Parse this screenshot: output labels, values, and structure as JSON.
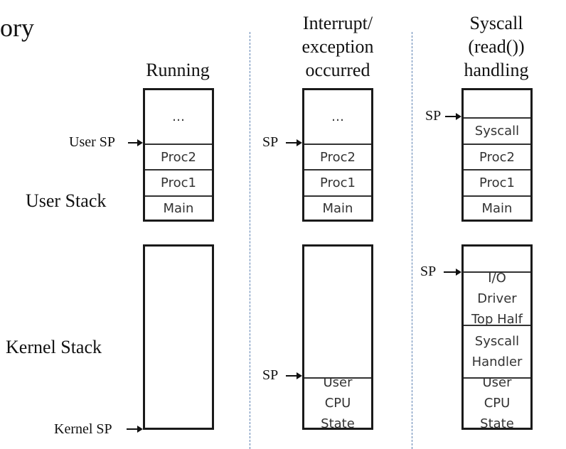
{
  "title_fragment": "ory",
  "columns": {
    "running": {
      "header": "Running"
    },
    "interrupt": {
      "header": "Interrupt/ exception occurred"
    },
    "syscall": {
      "header": "Syscall (read()) handling"
    }
  },
  "side_labels": {
    "user_stack": "User Stack",
    "kernel_stack": "Kernel Stack"
  },
  "pointers": {
    "running_user": "User SP",
    "running_kernel": "Kernel SP",
    "interrupt_user": "SP",
    "interrupt_kernel": "SP",
    "syscall_user": "SP",
    "syscall_kernel": "SP"
  },
  "stacks": {
    "running_user": [
      "…",
      "Proc2",
      "Proc1",
      "Main"
    ],
    "interrupt_user": [
      "…",
      "Proc2",
      "Proc1",
      "Main"
    ],
    "syscall_user": [
      "",
      "Syscall",
      "Proc2",
      "Proc1",
      "Main"
    ],
    "interrupt_kernel": [
      "",
      "User CPU State"
    ],
    "syscall_kernel": [
      "",
      "I/O Driver Top Half",
      "Syscall Handler",
      "User CPU State"
    ]
  }
}
